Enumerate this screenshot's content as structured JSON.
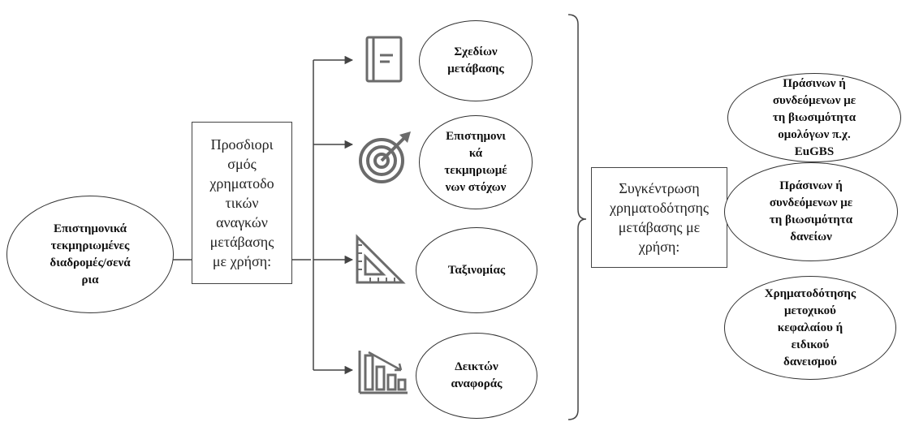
{
  "source": {
    "text": "Επιστημονικά\nτεκμηριωμένες\nδιαδρομές/σενά\nρια"
  },
  "identification": {
    "text": "Προσδιορι\nσμός\nχρηματοδο\nτικών\nαναγκών\nμετάβασης\nμε χρήση:"
  },
  "tools": [
    {
      "text": "Σχεδίων\nμετάβασης",
      "icon": "notebook-icon"
    },
    {
      "text": "Επιστημονι\nκά\nτεκμηριωμέ\nνων στόχων",
      "icon": "target-arrow-icon"
    },
    {
      "text": "Ταξινομίας",
      "icon": "set-square-ruler-icon"
    },
    {
      "text": "Δεικτών\nαναφοράς",
      "icon": "bar-chart-icon"
    }
  ],
  "concentration": {
    "text": "Συγκέντρωση\nχρηματοδότησης\nμετάβασης με\nχρήση:"
  },
  "instruments": [
    {
      "text": "Πράσινων ή\nσυνδεόμενων με\nτη βιωσιμότητα\nομολόγων π.χ.\nEuGBS"
    },
    {
      "text": "Πράσινων ή\nσυνδεόμενων με\nτη βιωσιμότητα\nδανείων"
    },
    {
      "text": "Χρηματοδότησης\nμετοχικού\nκεφαλαίου ή\nειδικού\nδανεισμού"
    }
  ],
  "colors": {
    "line": "#444444",
    "icon": "#6b6b6b"
  }
}
